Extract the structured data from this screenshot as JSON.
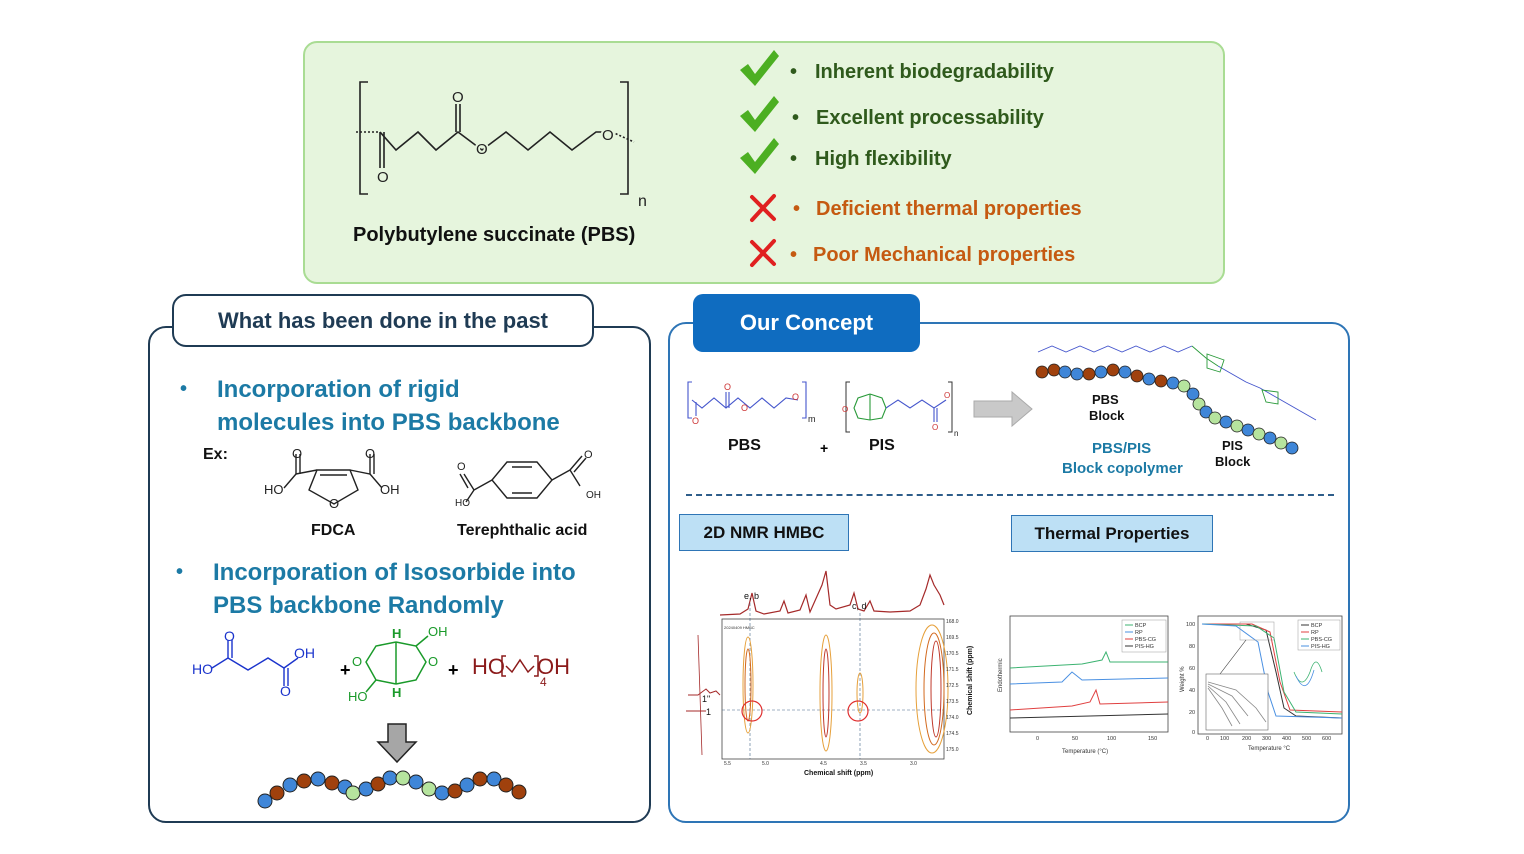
{
  "top": {
    "pbs_caption": "Polybutylene succinate (PBS)",
    "pros": [
      "Inherent biodegradability",
      "Excellent processability",
      "High flexibility"
    ],
    "cons": [
      "Deficient thermal properties",
      "Poor Mechanical properties"
    ],
    "bullet": "•",
    "subscript_n": "n"
  },
  "past": {
    "title": "What has been done in the past",
    "item1_line1": "Incorporation of rigid",
    "item1_line2": "molecules into PBS backbone",
    "ex_label": "Ex:",
    "fdca": "FDCA",
    "terephthalic": "Terephthalic acid",
    "item2_line1": "Incorporation of Isosorbide into",
    "item2_line2": "PBS backbone Randomly",
    "plus": "+",
    "ho_text": "HO",
    "oh_text": "OH",
    "sub4": "4"
  },
  "concept": {
    "title": "Our Concept",
    "pbs": "PBS",
    "pis": "PIS",
    "plus": "+",
    "pbs_block": [
      "PBS",
      "Block"
    ],
    "pis_block": [
      "PIS",
      "Block"
    ],
    "copolymer_line1": "PBS/PIS",
    "copolymer_line2": "Block copolymer",
    "nmr_button": "2D NMR HMBC",
    "thermal_button": "Thermal Properties",
    "nmr_eb": "e, b",
    "nmr_cd": "c, d",
    "nmr_xlabel": "Chemical shift (ppm)",
    "nmr_ylabel": "Chemical shift (ppm)",
    "dsc_xlabel": "Temperature (°C)",
    "dsc_ylabel": "Endothermic",
    "tga_xlabel": "Temperature °C",
    "tga_ylabel": "Weight %",
    "legend": [
      "BCP",
      "RP",
      "PBS-CG",
      "PIS-HG"
    ]
  },
  "colors": {
    "check": "#4caf22",
    "cross": "#e02020",
    "orange_bead": "#a0410d",
    "blue_bead": "#3f86d8",
    "green_bead": "#b6e49e"
  }
}
